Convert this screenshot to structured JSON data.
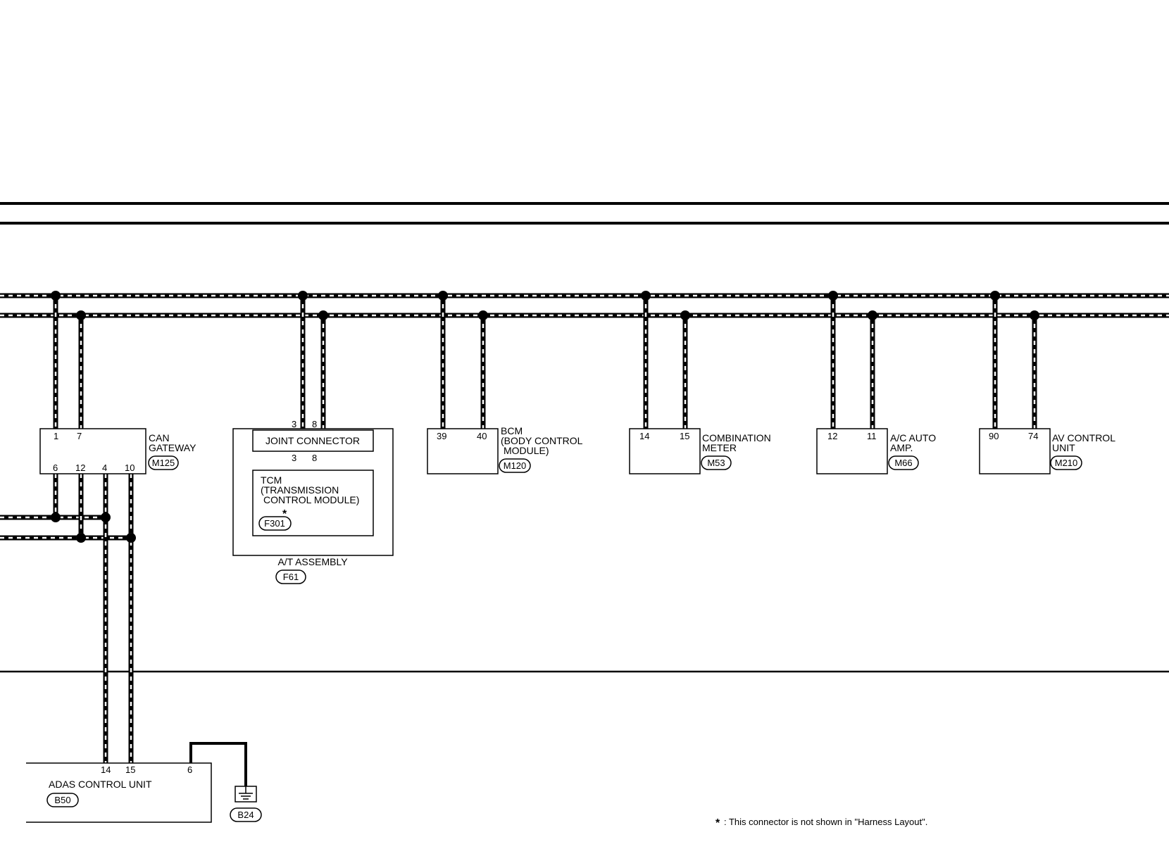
{
  "units": {
    "can_gateway": {
      "name_line1": "CAN",
      "name_line2": "GATEWAY",
      "connector": "M125",
      "top_pins": [
        "1",
        "7"
      ],
      "bottom_pins": [
        "6",
        "12",
        "4",
        "10"
      ]
    },
    "at_assembly": {
      "name": "A/T ASSEMBLY",
      "connector": "F61",
      "joint_connector": {
        "name": "JOINT CONNECTOR",
        "top_pins": [
          "3",
          "8"
        ],
        "bottom_pins": [
          "3",
          "8"
        ]
      },
      "tcm": {
        "line1": "TCM",
        "line2": "(TRANSMISSION",
        "line3": "CONTROL MODULE)",
        "star": "*",
        "connector": "F301"
      }
    },
    "bcm": {
      "line1": "BCM",
      "line2": "(BODY CONTROL",
      "line3": "MODULE)",
      "connector": "M120",
      "pins": [
        "39",
        "40"
      ]
    },
    "combination_meter": {
      "line1": "COMBINATION",
      "line2": "METER",
      "connector": "M53",
      "pins": [
        "14",
        "15"
      ]
    },
    "ac_auto_amp": {
      "line1": "A/C AUTO",
      "line2": "AMP.",
      "connector": "M66",
      "pins": [
        "12",
        "11"
      ]
    },
    "av_control_unit": {
      "line1": "AV CONTROL",
      "line2": "UNIT",
      "connector": "M210",
      "pins": [
        "90",
        "74"
      ]
    },
    "adas_control_unit": {
      "name": "ADAS CONTROL UNIT",
      "connector": "B50",
      "pins": [
        "14",
        "15",
        "6"
      ]
    },
    "ground": {
      "connector": "B24"
    }
  },
  "footnote": {
    "star": "*",
    "text": ": This connector is not shown in \"Harness Layout\"."
  }
}
